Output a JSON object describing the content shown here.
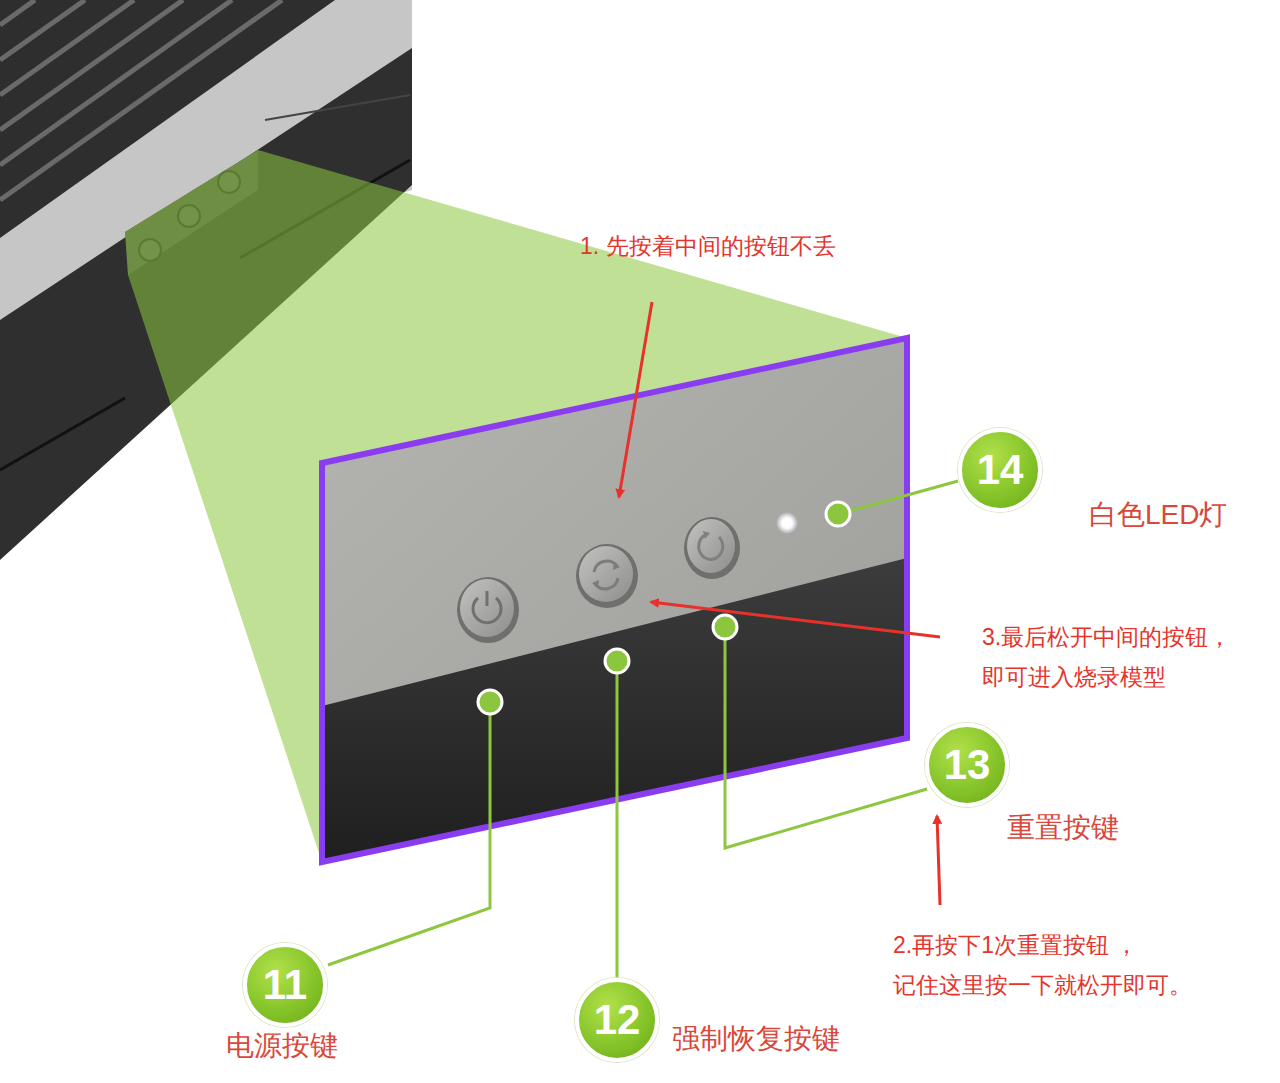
{
  "diagram": {
    "nodes": [
      {
        "text": [
          "14",
          "白色LED灯"
        ]
      },
      {
        "text": [
          "13",
          "重置按键"
        ]
      },
      {
        "text": [
          "11",
          "电源按键"
        ]
      },
      {
        "text": [
          "12",
          "强制恢复按键"
        ]
      }
    ],
    "labels": [
      "1. 先按着中间的按钮不丢",
      "3.最后松开中间的按钮， 即可进入烧录模型",
      "2.再按下1次重置按钮 ，记住这里按一下就松开即可。"
    ]
  }
}
